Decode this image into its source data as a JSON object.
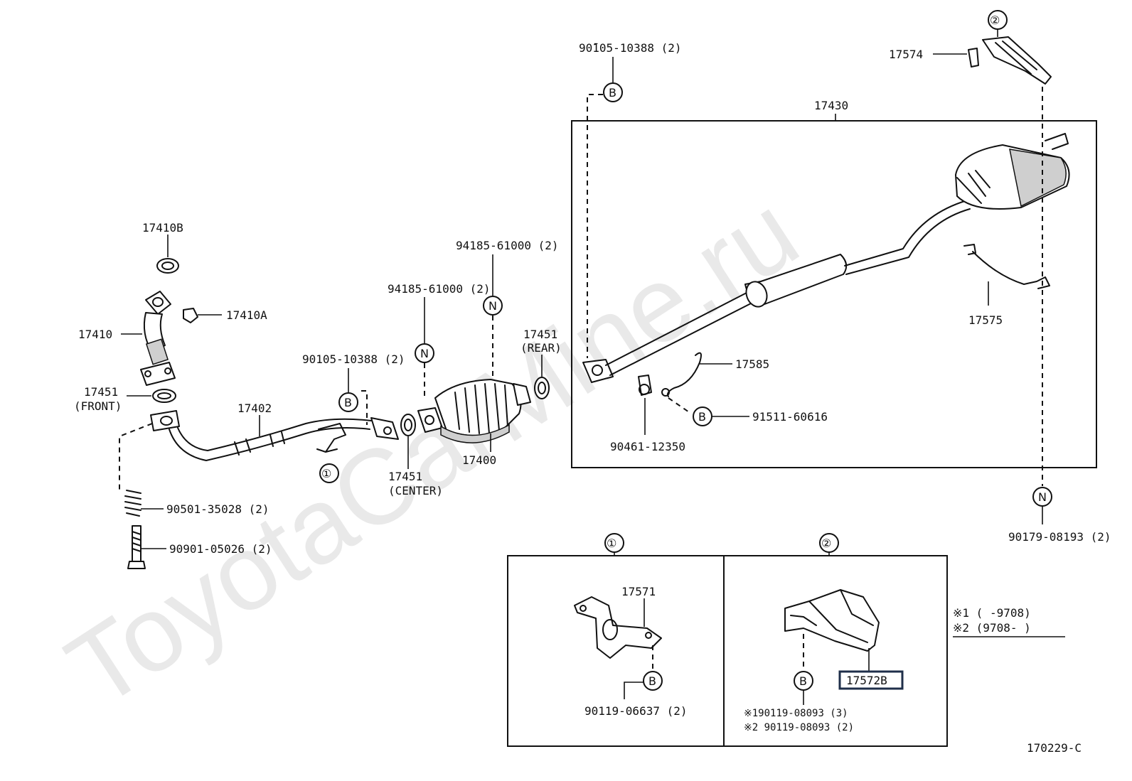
{
  "watermark": "ToyotaCarMine.ru",
  "diagram_code": "170229-C",
  "main_assembly": {
    "label": "17430"
  },
  "parts": {
    "p17410B": "17410B",
    "p17410A": "17410A",
    "p17410": "17410",
    "p17451_front": "17451",
    "p17451_front_note": "(FRONT)",
    "p17402": "17402",
    "p90105_left": "90105-10388 (2)",
    "p94185_a": "94185-61000 (2)",
    "p94185_b": "94185-61000 (2)",
    "p17451_rear": "17451",
    "p17451_rear_note": "(REAR)",
    "p17451_center": "17451",
    "p17451_center_note": "(CENTER)",
    "p17400": "17400",
    "p90501": "90501-35028 (2)",
    "p90901": "90901-05026 (2)",
    "p90105_top": "90̄105-10388 (2)",
    "p17574": "17574",
    "p17575": "17575",
    "p17585": "17585",
    "p91511": "91511-60616",
    "p90461": "90461-12350",
    "p90179": "90179-08193 (2)",
    "p17571": "17571",
    "p90119_a": "90119-06637 (2)",
    "p17572B": "17572B",
    "p90119_b1": "※190119-08093 (3)",
    "p90119_b2": "※2 90119-08093 (2)"
  },
  "markers": {
    "one": "①",
    "two": "②",
    "B": "B",
    "N": "N"
  },
  "detail_panels": [
    {
      "title": "①"
    },
    {
      "title": "②"
    }
  ],
  "legend": {
    "line1": "※1 (      -9708)",
    "line2": "※2 (9708-      )"
  },
  "colors": {
    "line": "#111111",
    "highlight_box": "#1f2f4a",
    "watermark": "#e9e9e9"
  }
}
